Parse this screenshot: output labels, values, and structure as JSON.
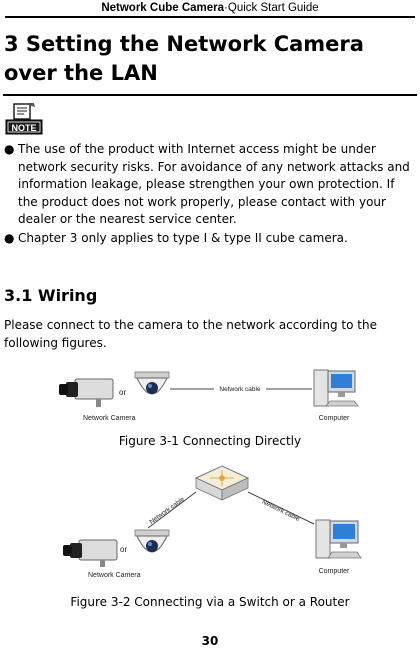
{
  "header": {
    "title_bold": "Network Cube Camera",
    "separator": "·",
    "title_rest": "Quick Start Guide"
  },
  "chapter": {
    "title": "3 Setting the Network Camera over the LAN"
  },
  "note": {
    "label": "NOTE"
  },
  "bullets": [
    {
      "symbol": "●",
      "text": "The use of the product with Internet access might be under network security risks. For avoidance of any network attacks and information leakage, please strengthen your own protection. If the product does not work properly, please contact with your dealer or the nearest service center."
    },
    {
      "symbol": "●",
      "text": "Chapter 3 only applies to type I & type II cube camera."
    }
  ],
  "section": {
    "title": "3.1 Wiring"
  },
  "intro": "Please connect to the camera to the network according to the following figures.",
  "figure1": {
    "or_label": "or",
    "camera_label": "Network Camera",
    "cable_label": "Network cable",
    "computer_label": "Computer",
    "caption": "Figure 3-1 Connecting Directly"
  },
  "figure2": {
    "or_label": "or",
    "camera_label": "Network Camera",
    "cable_left_label": "Network cable",
    "cable_right_label": "Network cable",
    "computer_label": "Computer",
    "caption": "Figure 3-2 Connecting via a Switch or a Router"
  },
  "page_number": "30"
}
